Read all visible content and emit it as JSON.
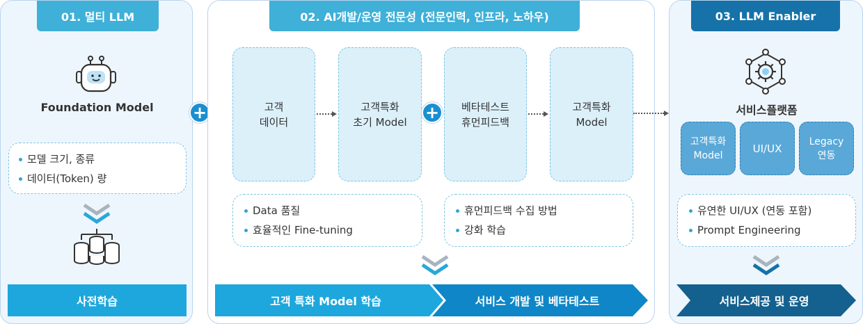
{
  "panel1": {
    "tab": "01.  멀티 LLM",
    "title": "Foundation Model",
    "bullets": [
      "모델 크기, 종류",
      "데이터(Token) 량"
    ],
    "bar": "사전학습"
  },
  "panel2": {
    "tab": "02.  AI개발/운영 전문성 (전문인력, 인프라, 노하우)",
    "cards": [
      {
        "line1": "고객",
        "line2": "데이터"
      },
      {
        "line1": "고객특화",
        "line2": "초기 Model"
      },
      {
        "line1": "베타테스트",
        "line2": "휴먼피드백"
      },
      {
        "line1": "고객특화",
        "line2": "Model"
      }
    ],
    "bullets_left": [
      "Data 품질",
      "효율적인 Fine-tuning"
    ],
    "bullets_right": [
      "휴먼피드백 수집 방법",
      "강화 학습"
    ],
    "bar_left": "고객 특화 Model 학습",
    "bar_right": "서비스 개발 및 베타테스트"
  },
  "panel3": {
    "tab": "03.  LLM Enabler",
    "title": "서비스플랫폼",
    "mini": [
      {
        "line1": "고객특화",
        "line2": "Model"
      },
      {
        "line1": "UI/UX",
        "line2": ""
      },
      {
        "line1": "Legacy",
        "line2": "연동"
      }
    ],
    "bullets": [
      "유연한 UI/UX (연동 포함)",
      "Prompt Engineering"
    ],
    "bar": "서비스제공 및 운영"
  },
  "plus_symbol": "+",
  "icons": {
    "robot": "robot-icon",
    "database": "database-network-icon",
    "platform": "hexagon-gear-icon",
    "chevron": "double-chevron-down-icon",
    "plus": "plus-circle-icon"
  },
  "colors": {
    "tab_light": "#3fb0d8",
    "tab_dark": "#1672a8",
    "bar_light": "#1da7dd",
    "bar_mid": "#0e86c7",
    "bar_dark": "#14618f",
    "card_fill": "#dcf0fa"
  }
}
